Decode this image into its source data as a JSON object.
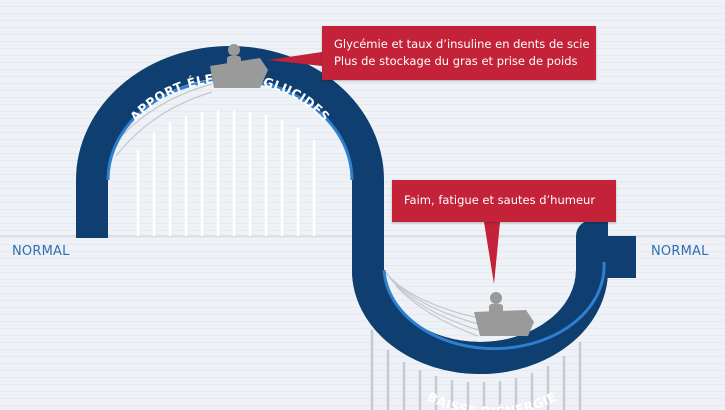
{
  "labels": {
    "normal_left": "NORMAL",
    "normal_right": "NORMAL",
    "track_top": "APPORT ÉLEVÉ EN GLUCIDES",
    "track_bottom": "BAISSE D’ÉNERGIE"
  },
  "callouts": {
    "high": {
      "line1": "Glycémie et taux d’insuline en dents de scie",
      "line2": "Plus de stockage du gras et prise de poids"
    },
    "low": {
      "line1": "Faim, fatigue et sautes d’humeur"
    }
  },
  "colors": {
    "track": "#0f3f70",
    "track_edge": "#2f7fd0",
    "callout": "#c32238",
    "cart": "#9a9a9a",
    "normal_label": "#2f6fb5"
  },
  "icons": [
    "roller-coaster-cart-icon",
    "passenger-icon"
  ]
}
